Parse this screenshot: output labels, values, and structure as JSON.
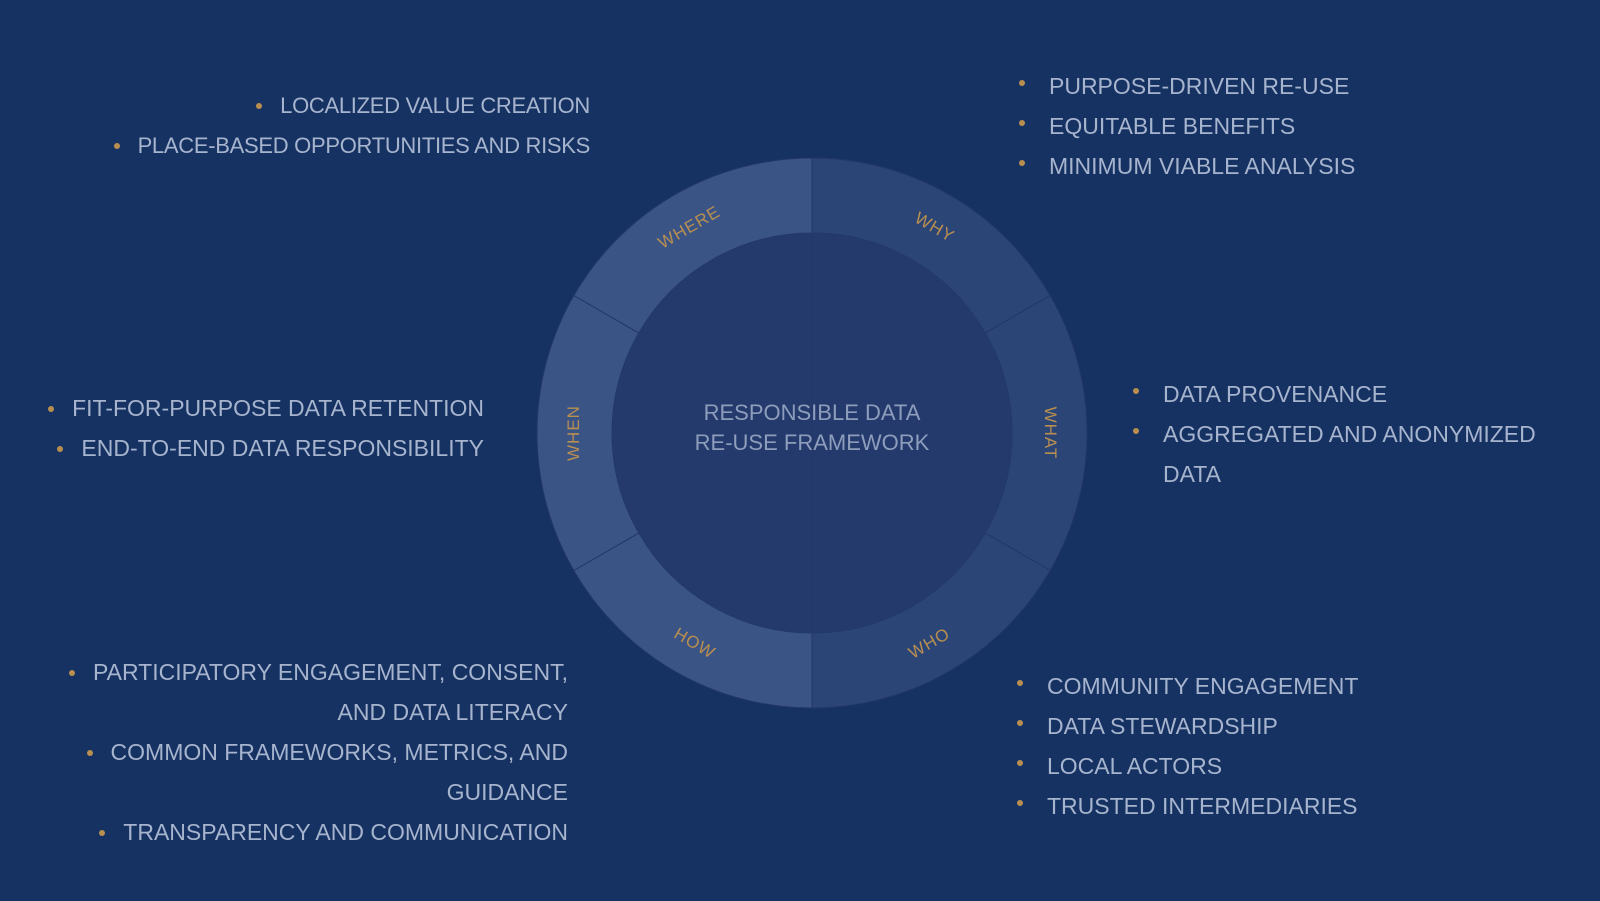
{
  "center": {
    "line1": "RESPONSIBLE DATA",
    "line2": "RE-USE FRAMEWORK"
  },
  "segments": [
    {
      "key": "why",
      "label": "WHY"
    },
    {
      "key": "what",
      "label": "WHAT"
    },
    {
      "key": "who",
      "label": "WHO"
    },
    {
      "key": "how",
      "label": "HOW"
    },
    {
      "key": "when",
      "label": "WHEN"
    },
    {
      "key": "where",
      "label": "WHERE"
    }
  ],
  "groups": {
    "where": [
      "LOCALIZED VALUE CREATION",
      "PLACE-BASED OPPORTUNITIES AND RISKS"
    ],
    "why": [
      "PURPOSE-DRIVEN RE-USE",
      "EQUITABLE BENEFITS",
      "MINIMUM VIABLE ANALYSIS"
    ],
    "when": [
      "FIT-FOR-PURPOSE DATA RETENTION",
      "END-TO-END DATA RESPONSIBILITY"
    ],
    "what": [
      "DATA PROVENANCE",
      "AGGREGATED AND ANONYMIZED",
      "DATA"
    ],
    "how": [
      "PARTICIPATORY ENGAGEMENT, CONSENT,",
      "AND DATA LITERACY",
      "COMMON FRAMEWORKS, METRICS, AND",
      "GUIDANCE",
      "TRANSPARENCY AND COMMUNICATION"
    ],
    "who": [
      "COMMUNITY ENGAGEMENT",
      "DATA STEWARDSHIP",
      "LOCAL ACTORS",
      "TRUSTED INTERMEDIARIES"
    ]
  },
  "colors": {
    "background": "#163263",
    "ring_light": "#3b5486",
    "ring_dark": "#2b4577",
    "inner": "#243a6c",
    "accent": "#b98f4f",
    "text": "#a7b4cd"
  }
}
